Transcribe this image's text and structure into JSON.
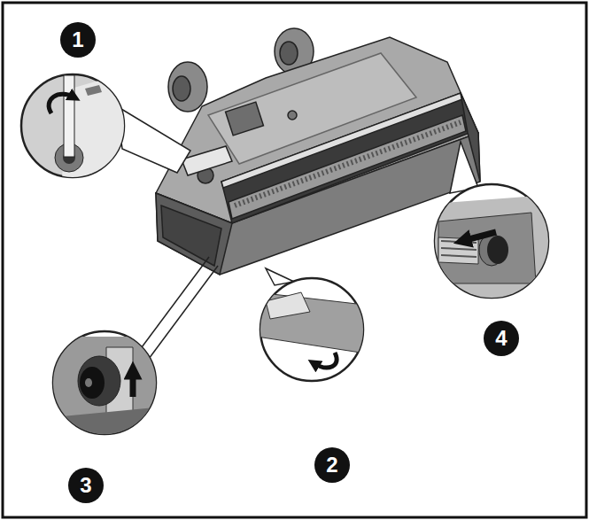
{
  "diagram": {
    "nodes": [
      {
        "text": [
          "1"
        ]
      },
      {
        "text": [
          "4"
        ]
      },
      {
        "text": [
          "3"
        ]
      },
      {
        "text": [
          "2"
        ]
      }
    ]
  }
}
